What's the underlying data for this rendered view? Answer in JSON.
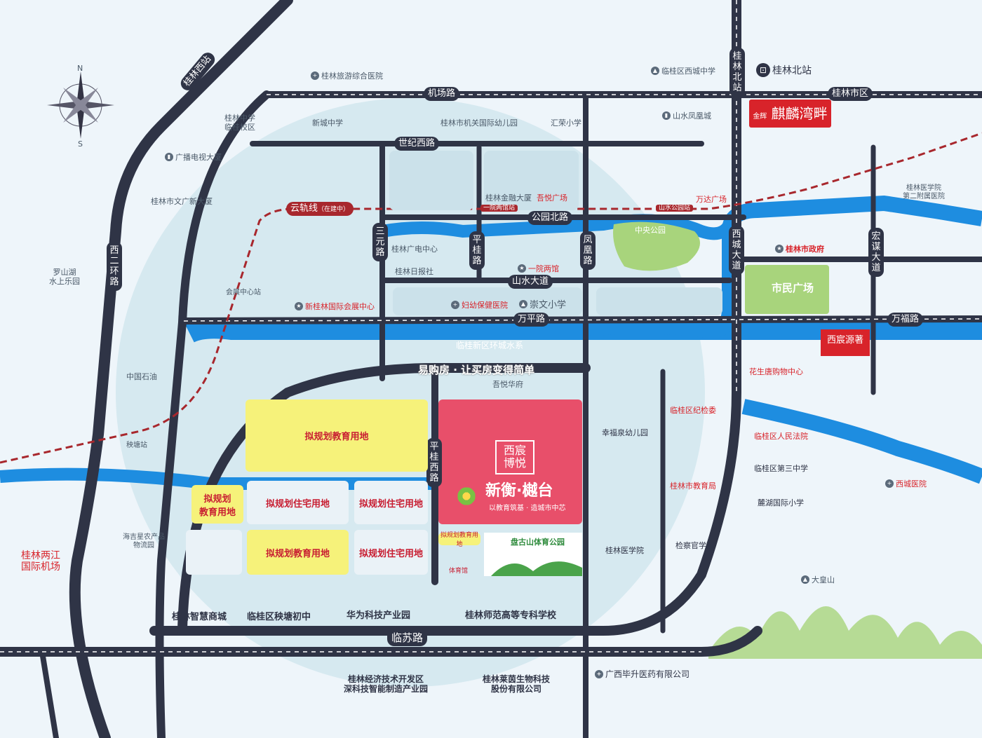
{
  "compass": {
    "north": "N",
    "south": "S"
  },
  "roads": {
    "guilin_west": "桂林西站",
    "airport_road": "机场路",
    "century_west": "世纪西路",
    "park_north": "公园北路",
    "shanshui": "山水大道",
    "wanping": "万平路",
    "linsu": "临苏路",
    "sanyuan": "三元路",
    "pinggui": "平桂路",
    "fenghuang": "凤凰路",
    "xicheng": "西城大道",
    "hongmou": "宏谋大道",
    "wanfu": "万福路",
    "pinggui_west": "平桂西路",
    "west_ring": "西二环路",
    "guilin_north": "桂林北站",
    "guilin_city": "桂林市区"
  },
  "transit": {
    "metro": "云轨线",
    "metro_note": "（在建中）",
    "st_yiyuan": "一院两馆站",
    "st_shanshui": "山水公园站",
    "st_huizhan": "会展中心站",
    "st_yangtang": "秧塘站",
    "north_station": "桂林北站"
  },
  "water": {
    "ring": "临桂新区环城水系"
  },
  "watermark": "易购房 · 让买房变得简单",
  "project": {
    "name_above": "吾悦华府",
    "logo": "西宸博悦",
    "brand": "新衡·樾台",
    "slogan": "以教育筑基 · 造城市中芯"
  },
  "plots": {
    "edu1": "拟规划教育用地",
    "edu2": "拟规划\n教育用地",
    "res1": "拟规划住宅用地",
    "res2": "拟规划住宅用地",
    "edu3": "拟规划教育用地",
    "res3": "拟规划住宅用地",
    "edu_small": "拟规划教育用地",
    "stadium": "体育馆",
    "park": "盘古山体育公园"
  },
  "pois": {
    "tourism_hospital": "桂林旅游综合医院",
    "guilin_middle": "桂林中学\n临桂校区",
    "xincheng_middle": "新城中学",
    "kindergarten": "桂林市机关国际幼儿园",
    "huirong": "汇荣小学",
    "tv_tower": "广播电视大厦",
    "culture": "桂林市文广新大厦",
    "luoshan": "罗山湖\n水上乐园",
    "financial": "桂林金融大厦",
    "wuyue": "吾悦广场",
    "wanda": "万达广场",
    "lingui_west_middle": "临桂区西城中学",
    "shanshui_fenghuang": "山水凤凰城",
    "medical_college": "桂林医学院\n第二附属医院",
    "radio": "桂林广电中心",
    "daily": "桂林日报社",
    "yiyuan": "一院两馆",
    "central_park": "中央公园",
    "city_gov": "桂林市政府",
    "citizen_square": "市民广场",
    "expo": "新桂林国际会展中心",
    "maternal": "妇幼保健医院",
    "chongwen": "崇文小学",
    "huasheng": "花生唐购物中心",
    "xichen": "西宸源著",
    "sinopec": "中国石油",
    "haiji": "海吉星农产品\n物流园",
    "airport": "桂林两江\n国际机场",
    "xingfuquan": "幸福泉幼儿园",
    "jijian": "临桂区纪检委",
    "people_court": "临桂区人民法院",
    "no3_middle": "临桂区第三中学",
    "luhu": "麓湖国际小学",
    "xicheng_hospital": "西城医院",
    "edu_bureau": "桂林市教育局",
    "med_school": "桂林医学院",
    "procurator": "检察官学院",
    "dahuangshan": "大皇山",
    "smart_city": "桂林智慧商城",
    "yangtang_middle": "临桂区秧塘初中",
    "huawei": "华为科技产业园",
    "normal_college": "桂林师范高等专科学校",
    "econ_zone": "桂林经济技术开发区\n深科技智能制造产业园",
    "bio": "桂林莱茵生物科技\n股份有限公司",
    "pharma": "广西毕升医药有限公司"
  },
  "ads": {
    "qilin": "麒麟湾畔",
    "qilin_badge": "金辉"
  }
}
